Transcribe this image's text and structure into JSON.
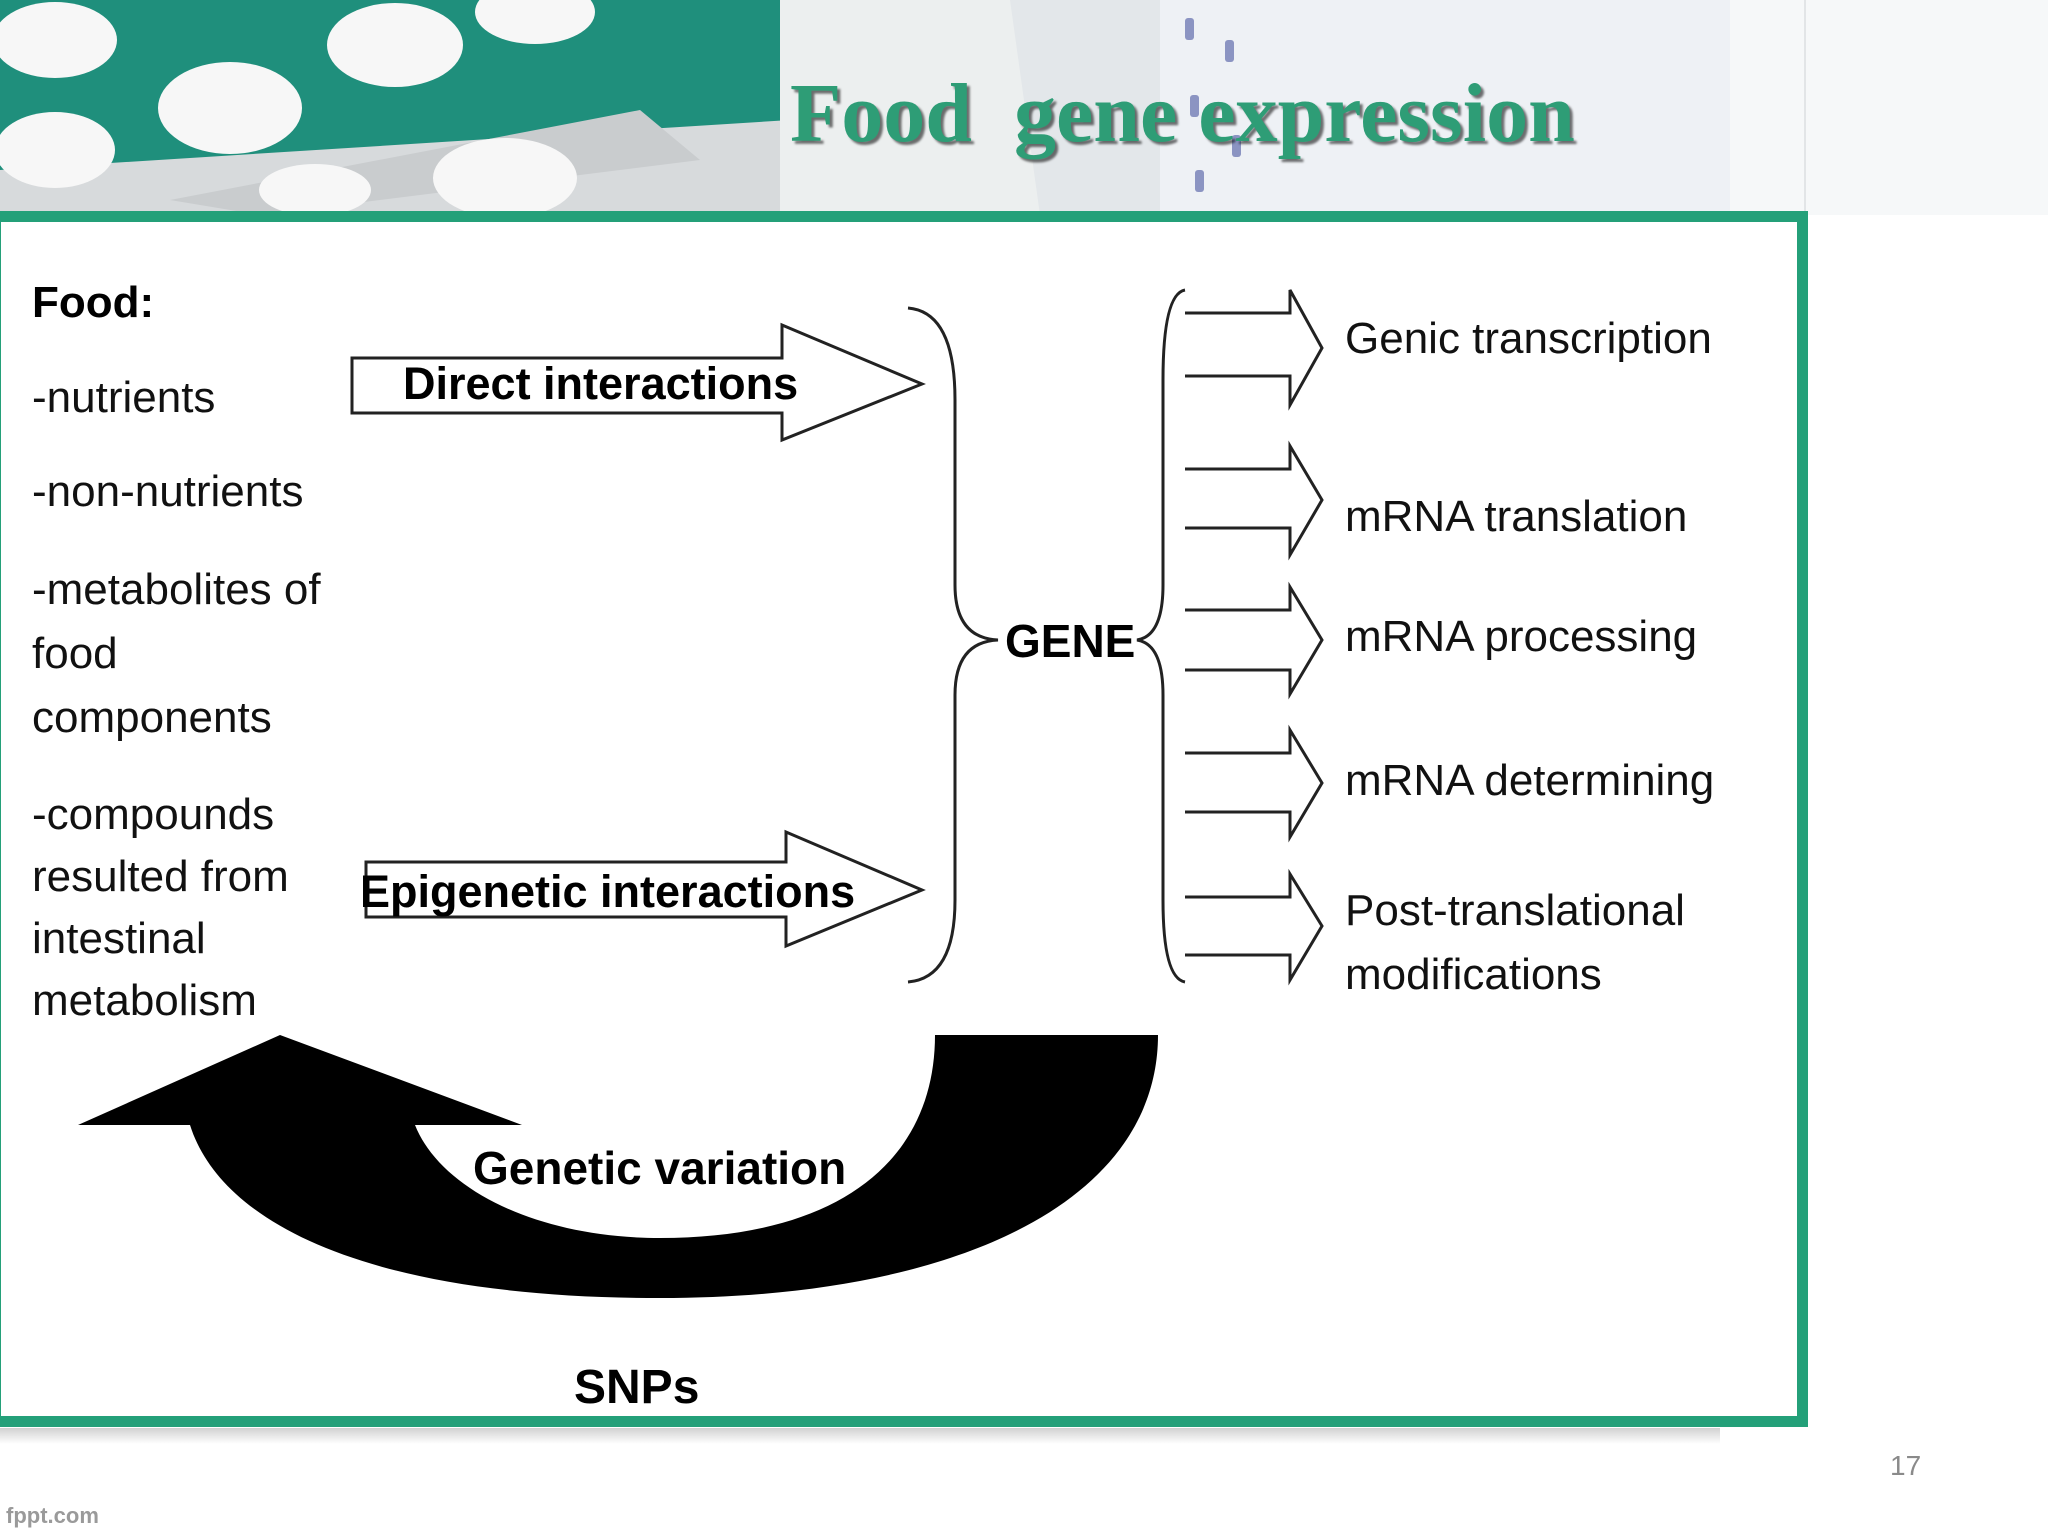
{
  "title": "Food  gene expression",
  "food": {
    "heading": "Food:",
    "items": [
      [
        "-nutrients"
      ],
      [
        "-non-nutrients"
      ],
      [
        "-metabolites of",
        "food",
        "components"
      ],
      [
        "-compounds",
        "resulted from",
        "intestinal",
        "metabolism"
      ]
    ]
  },
  "arrows": {
    "direct": "Direct interactions",
    "epigenetic": "Epigenetic interactions"
  },
  "gene_label": "GENE",
  "outcomes": [
    [
      "Genic transcription"
    ],
    [
      "mRNA translation"
    ],
    [
      "mRNA processing"
    ],
    [
      "mRNA determining"
    ],
    [
      "Post-translational",
      "modifications"
    ]
  ],
  "feedback": {
    "label": "Genetic variation",
    "caption": "SNPs"
  },
  "slide_number": "17",
  "footer": "fppt.com",
  "colors": {
    "accent": "#24a079",
    "title": "#2e9d76"
  }
}
